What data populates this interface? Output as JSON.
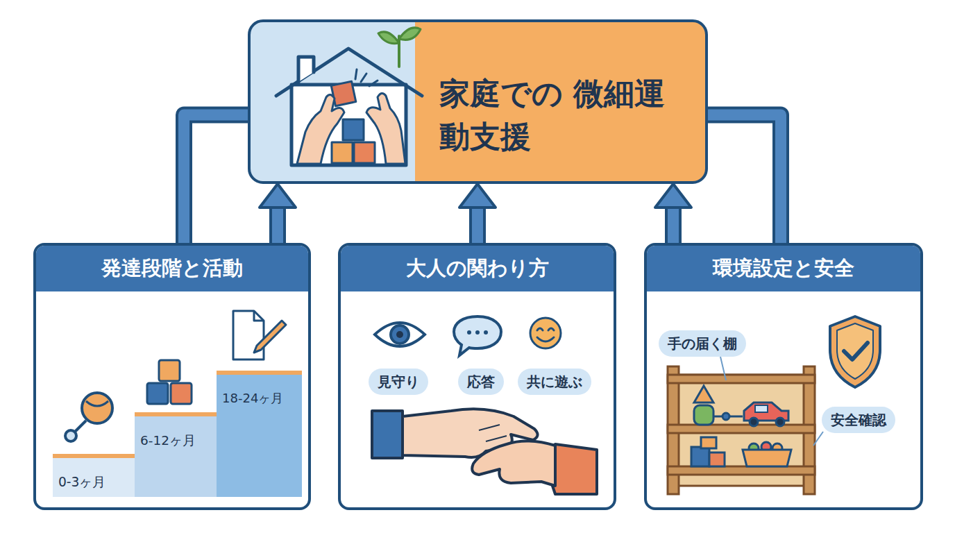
{
  "diagram": {
    "nodes": [
      {
        "text": [
          "家庭での 微細運動支援"
        ]
      },
      {
        "text": [
          "発達段階と活動"
        ]
      },
      {
        "text": [
          "0-3ヶ月"
        ],
        "in": 1
      },
      {
        "text": [
          "6-12ヶ月"
        ],
        "in": 1
      },
      {
        "text": [
          "18-24ヶ月"
        ],
        "in": 1
      },
      {
        "text": [
          "大人の関わり方"
        ]
      },
      {
        "text": [
          "見守り"
        ],
        "in": 5
      },
      {
        "text": [
          "応答"
        ],
        "in": 5
      },
      {
        "text": [
          "共に遊ぶ"
        ],
        "in": 5
      },
      {
        "text": [
          "環境設定と安全"
        ]
      },
      {
        "text": [
          "手の届く棚"
        ],
        "in": 9
      },
      {
        "text": [
          "安全確認"
        ],
        "in": 9
      }
    ],
    "edges": [
      {
        "from": 1,
        "to": 0,
        "arrow": "to"
      },
      {
        "from": 5,
        "to": 0,
        "arrow": "to"
      },
      {
        "from": 9,
        "to": 0,
        "arrow": "to"
      },
      {
        "from": 1,
        "to": 0,
        "arrow": "none"
      },
      {
        "from": 9,
        "to": 0,
        "arrow": "none"
      }
    ]
  }
}
